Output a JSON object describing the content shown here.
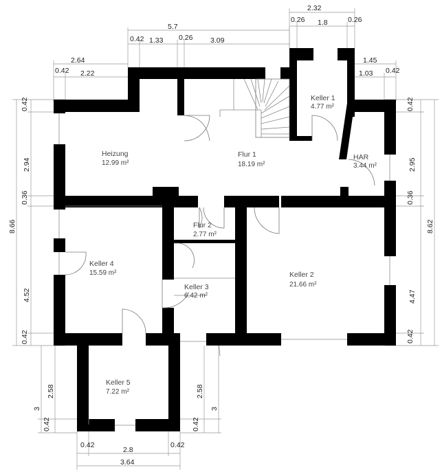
{
  "dimensions": {
    "top_2_32": "2.32",
    "top_0_26_a": "0.26",
    "top_1_8": "1.8",
    "top_0_26_b": "0.26",
    "top_5_7": "5.7",
    "top_0_42": "0.42",
    "top_1_33": "1.33",
    "top_0_26_c": "0.26",
    "top_3_09": "3.09",
    "top_2_64": "2.64",
    "top_0_42_b": "0.42",
    "top_2_22": "2.22",
    "right_1_45": "1.45",
    "right_1_03": "1.03",
    "right_0_42": "0.42",
    "left_0_42_a": "0.42",
    "left_2_94": "2.94",
    "left_0_36": "0.36",
    "left_8_66": "8.66",
    "left_4_52": "4.52",
    "left_0_42_b": "0.42",
    "right_0_42_a": "0.42",
    "right_2_95": "2.95",
    "right_0_36": "0.36",
    "right_8_62": "8.62",
    "right_4_47": "4.47",
    "right_0_42_b": "0.42",
    "bl_3": "3",
    "bl_2_58": "2.58",
    "bl_0_42": "0.42",
    "bm_2_58": "2.58",
    "bm_3": "3",
    "bm_0_42": "0.42",
    "bottom_0_42_a": "0.42",
    "bottom_0_42_b": "0.42",
    "bottom_2_8": "2.8",
    "bottom_3_64": "3.64"
  },
  "rooms": {
    "heizung": {
      "name": "Heizung",
      "area": "12.99 m²"
    },
    "flur1": {
      "name": "Flur 1",
      "area": "18.19 m²"
    },
    "keller1": {
      "name": "Keller 1",
      "area": "4.77 m²"
    },
    "har": {
      "name": "HAR",
      "area": "3.44 m²"
    },
    "flur2": {
      "name": "Flur 2",
      "area": "2.77 m²"
    },
    "keller4": {
      "name": "Keller 4",
      "area": "15.59 m²"
    },
    "keller3": {
      "name": "Keller 3",
      "area": "6.42 m²"
    },
    "keller2": {
      "name": "Keller 2",
      "area": "21.66 m²"
    },
    "keller5": {
      "name": "Keller 5",
      "area": "7.22 m²"
    }
  }
}
